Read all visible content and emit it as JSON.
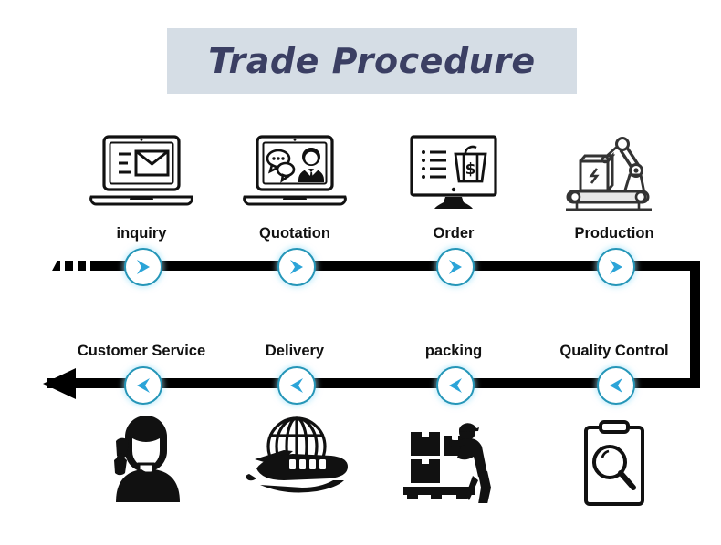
{
  "header": {
    "title": "Trade Procedure",
    "banner_color": "#d5dde5",
    "title_color": "#3b3f63"
  },
  "theme": {
    "node_ring_color": "#2596b8",
    "node_arrow_color": "#2ba4d8",
    "line_color": "#000000",
    "label_color": "#111111",
    "background": "#ffffff"
  },
  "flow": {
    "direction_top": "left-to-right",
    "direction_bottom": "right-to-left",
    "top_steps": [
      {
        "label": "inquiry",
        "icon": "laptop-envelope-icon",
        "node_icon": "chevron-right-icon"
      },
      {
        "label": "Quotation",
        "icon": "laptop-chat-agent-icon",
        "node_icon": "chevron-right-icon"
      },
      {
        "label": "Order",
        "icon": "monitor-shopping-bag-icon",
        "node_icon": "chevron-right-icon"
      },
      {
        "label": "Production",
        "icon": "robot-arm-conveyor-icon",
        "node_icon": "chevron-right-icon"
      }
    ],
    "bottom_steps": [
      {
        "label": "Quality Control",
        "icon": "clipboard-magnifier-icon",
        "node_icon": "chevron-left-icon"
      },
      {
        "label": "packing",
        "icon": "worker-boxes-pallet-icon",
        "node_icon": "chevron-left-icon"
      },
      {
        "label": "Delivery",
        "icon": "globe-airplane-icon",
        "node_icon": "chevron-left-icon"
      },
      {
        "label": "Customer Service",
        "icon": "person-telephone-icon",
        "node_icon": "chevron-left-icon"
      }
    ]
  }
}
